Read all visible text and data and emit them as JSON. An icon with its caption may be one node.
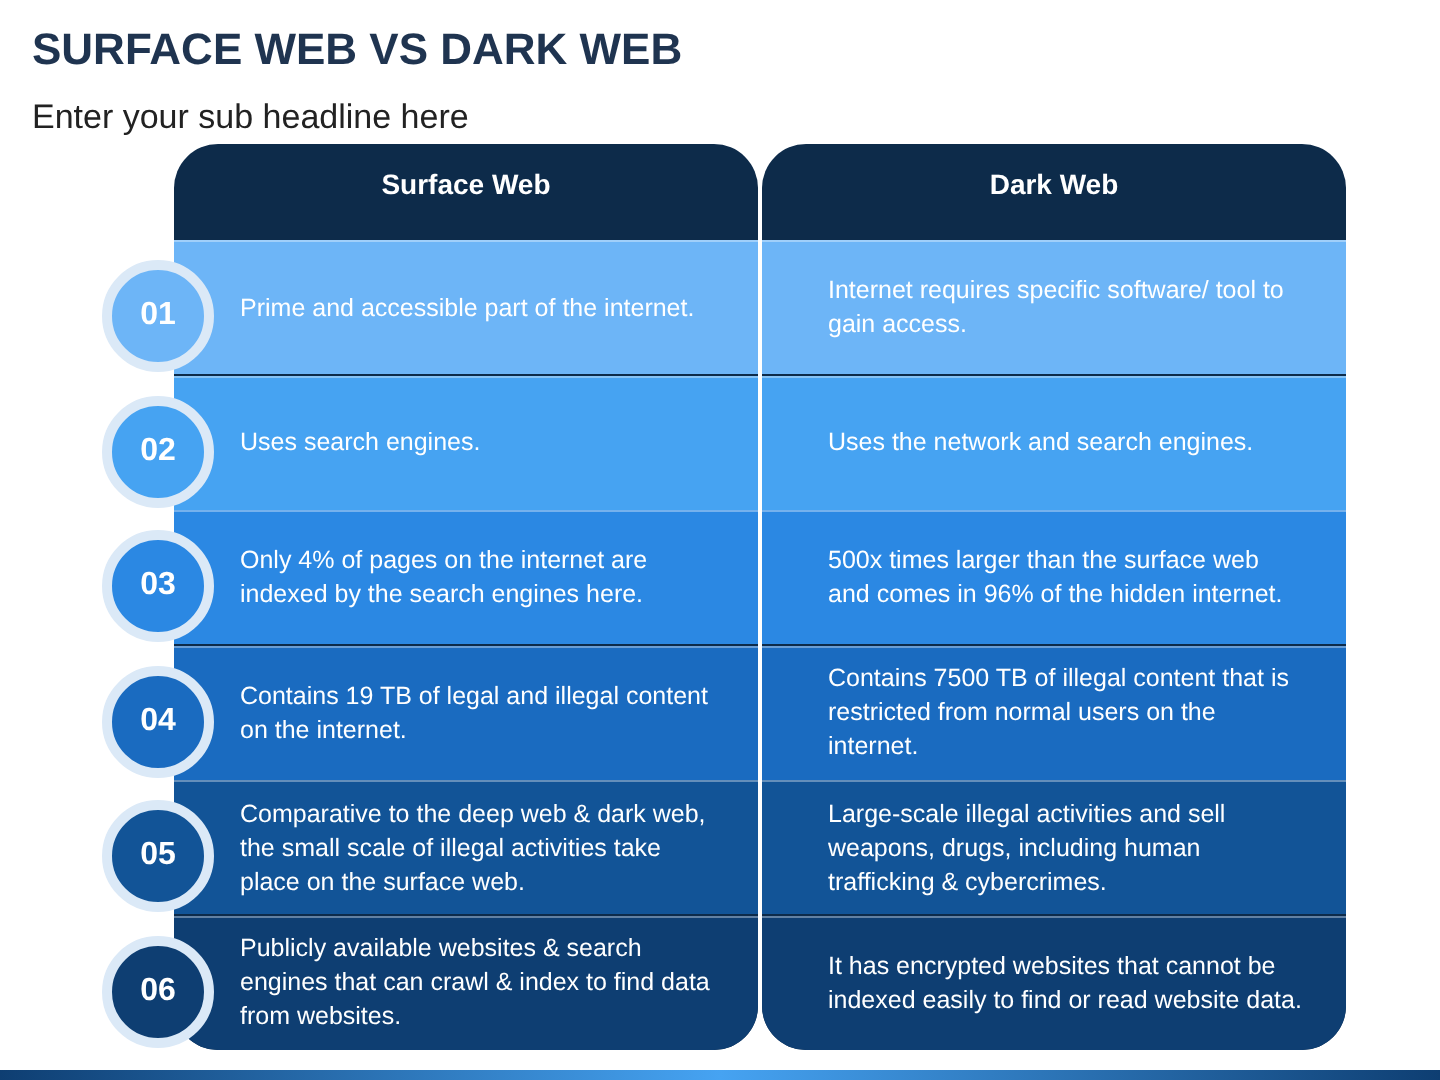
{
  "diagram": {
    "title": "SURFACE WEB VS DARK WEB",
    "nodes": [
      {
        "text": [
          "Surface Web"
        ]
      },
      {
        "text": [
          "Dark Web"
        ]
      },
      {
        "text": [
          "01"
        ]
      },
      {
        "text": [
          "Prime and accessible part of the internet."
        ],
        "in": 0
      },
      {
        "text": [
          "Internet requires specific software/ tool to gain access."
        ],
        "in": 1
      },
      {
        "text": [
          "02"
        ]
      },
      {
        "text": [
          "Uses search engines."
        ],
        "in": 0
      },
      {
        "text": [
          "Uses the network and search engines."
        ],
        "in": 1
      },
      {
        "text": [
          "03"
        ]
      },
      {
        "text": [
          "Only 4% of pages on the internet are indexed by the search engines here."
        ],
        "in": 0
      },
      {
        "text": [
          "500x times larger than the surface web and comes in 96% of the hidden internet."
        ],
        "in": 1
      },
      {
        "text": [
          "04"
        ]
      },
      {
        "text": [
          "Contains 19 TB of legal and illegal content on the internet."
        ],
        "in": 0
      },
      {
        "text": [
          "Contains 7500 TB of illegal content that is restricted from normal users on the internet."
        ],
        "in": 1
      },
      {
        "text": [
          "05"
        ]
      },
      {
        "text": [
          "Comparative to the deep web & dark web, the small scale of illegal activities take place on the surface web."
        ],
        "in": 0
      },
      {
        "text": [
          "Large-scale illegal activities and sell weapons, drugs, including human trafficking & cybercrimes."
        ],
        "in": 1
      },
      {
        "text": [
          "06"
        ]
      },
      {
        "text": [
          "Publicly available websites & search engines that can crawl & index to find data from websites."
        ],
        "in": 0
      },
      {
        "text": [
          "It has encrypted websites that cannot be indexed easily to find or read website data."
        ],
        "in": 1
      }
    ],
    "edges": [],
    "labels": [
      "Enter your sub headline here"
    ]
  }
}
